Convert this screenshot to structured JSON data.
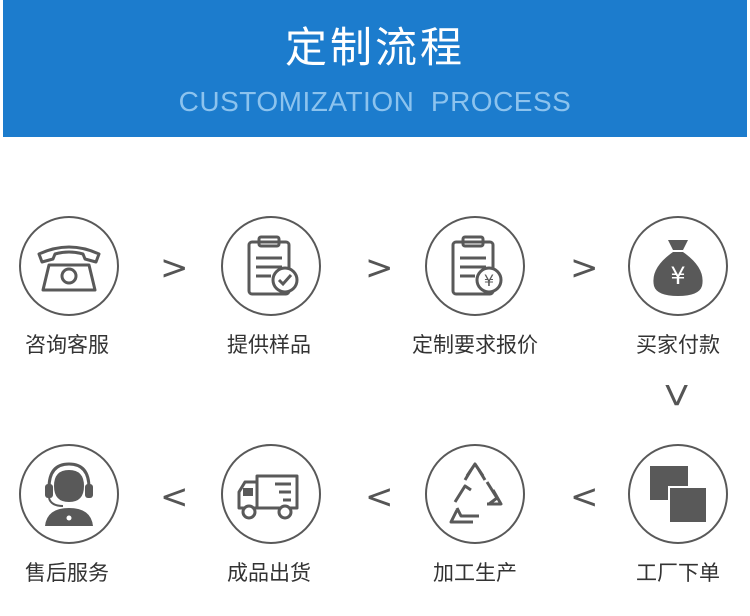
{
  "header": {
    "title": "定制流程",
    "subtitle": "CUSTOMIZATION  PROCESS"
  },
  "steps": [
    {
      "label": "咨询客服",
      "icon": "telephone-icon"
    },
    {
      "label": "提供样品",
      "icon": "clipboard-check-icon"
    },
    {
      "label": "定制要求报价",
      "icon": "clipboard-yen-icon"
    },
    {
      "label": "买家付款",
      "icon": "money-bag-yen-icon"
    },
    {
      "label": "工厂下单",
      "icon": "stacked-squares-icon"
    },
    {
      "label": "加工生产",
      "icon": "recycle-icon"
    },
    {
      "label": "成品出货",
      "icon": "delivery-truck-icon"
    },
    {
      "label": "售后服务",
      "icon": "headset-agent-icon"
    }
  ],
  "arrows": {
    "right": ">",
    "left": "<",
    "down": "V"
  },
  "colors": {
    "banner": "#1c7ccd",
    "icon_stroke": "#595959",
    "text": "#333333"
  }
}
